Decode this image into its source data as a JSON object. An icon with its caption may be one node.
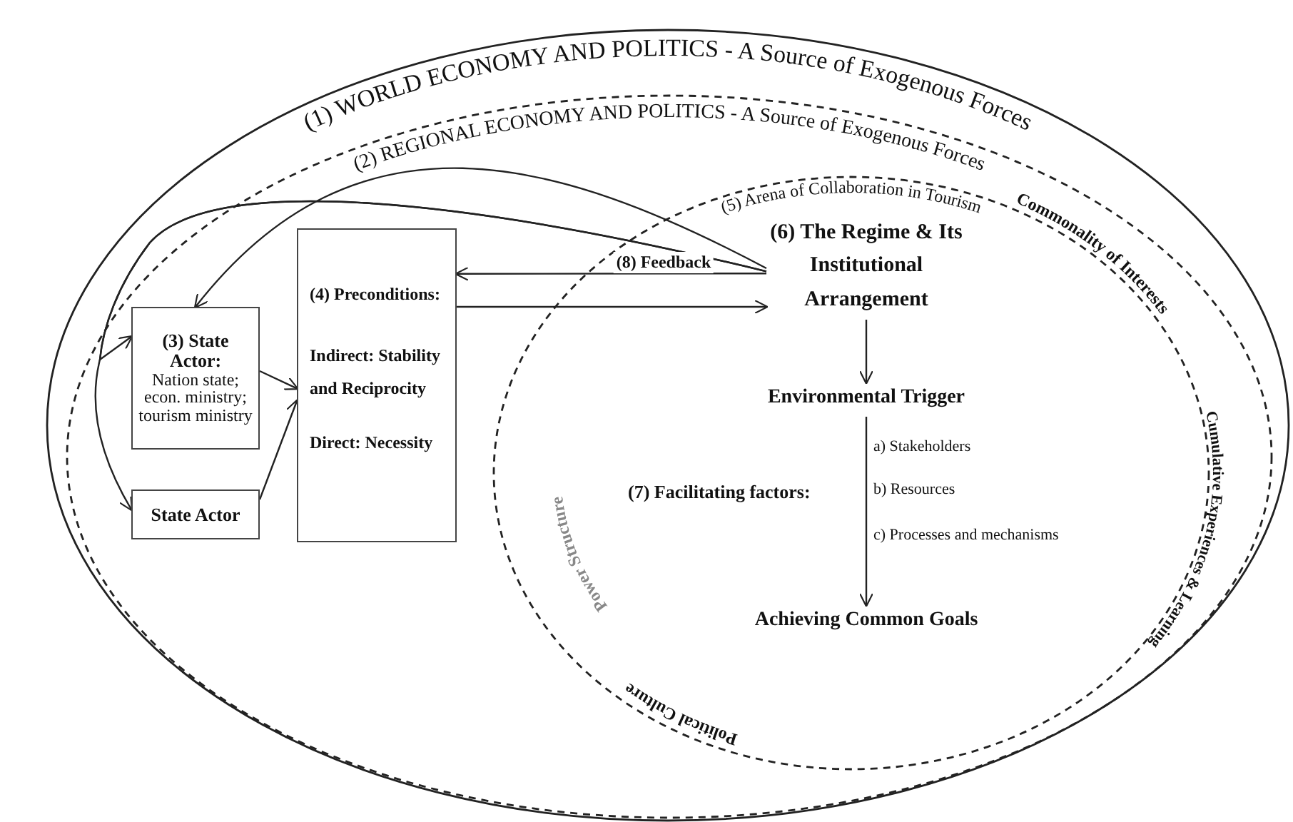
{
  "diagram": {
    "nodes": [
      {
        "text": [
          "(1) WORLD ECONOMY AND POLITICS - A Source of Exogenous Forces"
        ]
      },
      {
        "text": [
          "(2) REGIONAL ECONOMY AND POLITICS - A Source of Exogenous Forces"
        ],
        "in": 0
      },
      {
        "text": [
          "(3) State Actor:",
          "Nation state; econ. ministry; tourism ministry"
        ],
        "in": 1
      },
      {
        "text": [
          "State Actor"
        ],
        "in": 1
      },
      {
        "text": [
          "(4) Preconditions:",
          "Indirect: Stability and Reciprocity",
          "Direct: Necessity"
        ],
        "in": 1
      },
      {
        "text": [
          "(5) Arena of Collaboration in Tourism"
        ],
        "in": 1
      },
      {
        "text": [
          "(6) The Regime & Its Institutional Arrangement"
        ],
        "in": 5
      },
      {
        "text": [
          "Environmental Trigger"
        ],
        "in": 5
      },
      {
        "text": [
          "Achieving Common Goals"
        ],
        "in": 5
      }
    ],
    "edges": [
      {
        "from": 6,
        "to": 4,
        "arrow": "to",
        "label": "(8) Feedback"
      },
      {
        "from": 4,
        "to": 6,
        "arrow": "to"
      },
      {
        "from": 6,
        "to": 7,
        "arrow": "to"
      },
      {
        "from": 7,
        "to": 8,
        "arrow": "to"
      },
      {
        "from": 6,
        "to": 2,
        "arrow": "to"
      },
      {
        "from": 6,
        "to": 2,
        "arrow": "to"
      },
      {
        "from": 6,
        "to": 3,
        "arrow": "to"
      },
      {
        "from": 2,
        "to": 4,
        "arrow": "to"
      },
      {
        "from": 3,
        "to": 4,
        "arrow": "to"
      }
    ],
    "labels": [
      "Commonality of Interests",
      "(7) Facilitating factors:",
      "a) Stakeholders",
      "b) Resources",
      "c) Processes and mechanisms",
      "Power Structure",
      "Cumulative Experiences & Learning",
      "Political Culture"
    ]
  }
}
